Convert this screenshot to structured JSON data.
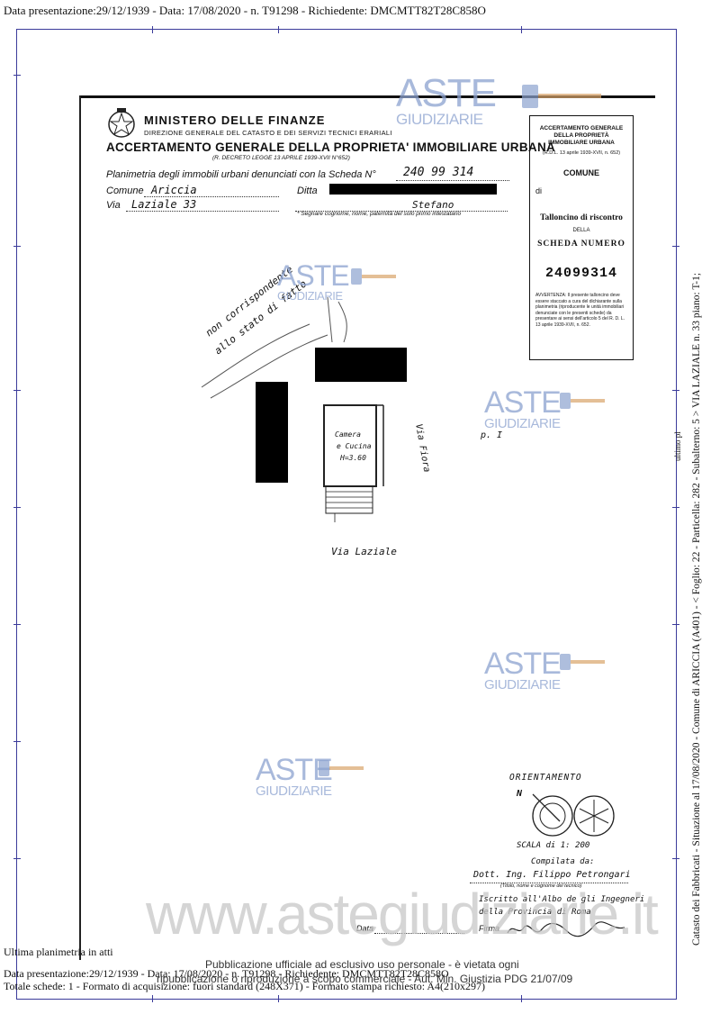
{
  "header": {
    "text": "Data presentazione:29/12/1939 - Data: 17/08/2020 - n. T91298 - Richiedente: DMCMTT82T28C858O"
  },
  "form": {
    "ministry": "MINISTERO DELLE FINANZE",
    "direzione": "DIREZIONE GENERALE DEL CATASTO E DEI SERVIZI TECNICI ERARIALI",
    "title": "ACCERTAMENTO GENERALE DELLA PROPRIETA' IMMOBILIARE URBANA",
    "decreto": "(R. DECRETO LEGGE 13 APRILE 1939-XVII N°652)",
    "planimetria_label": "Planimetria degli immobili urbani denunciati con la Scheda N°",
    "scheda_hand": "240 99 314",
    "comune_label": "Comune",
    "comune_value": "Ariccia",
    "ditta_label": "Ditta",
    "via_label": "Via",
    "via_value": "Laziale 33",
    "stefano": "Stefano",
    "footnote": "* Segnare cognome, nome, paternità del solo primo intestatario"
  },
  "coupon": {
    "heading": "ACCERTAMENTO GENERALE DELLA PROPRIETÀ IMMOBILIARE URBANA",
    "sub": "(R.D.L. 13 aprile 1939-XVII, n. 652)",
    "comune": "COMUNE",
    "di": "di",
    "talloncino": "Talloncino di riscontro",
    "della": "DELLA",
    "scheda_numero": "SCHEDA NUMERO",
    "number": "24099314",
    "avvertenza": "AVVERTENZA: Il presente talloncino deve essere staccato a cura del dichiarante sulla planimetria (riproducente le unità immobiliari denunciate con le presenti schede) da presentare ai sensi dell'articolo 5 del R. D. L. 13 aprile 1939-XVII, n. 652."
  },
  "plan": {
    "annotation_1": "non corrispondente",
    "annotation_2": "allo stato di fatto",
    "room_1": "Camera",
    "room_2": "e Cucina",
    "room_3": "H=3.60",
    "via_fiora": "Via Fiora",
    "pi": "p. I",
    "via_laziale": "Via Laziale"
  },
  "orientation": {
    "title": "ORIENTAMENTO",
    "north": "N",
    "scala": "SCALA di 1: 200",
    "compilata": "Compilata da:",
    "tecnico": "Dott. Ing. Filippo Petrongari",
    "tecnico_note": "(Titolo, nome e cognome del tecnico)",
    "iscritto": "Iscritto all'Albo de gli Ingegneri",
    "provincia": "della Provincia di Roma",
    "data_label": "Data",
    "firma_label": "Firma"
  },
  "watermarks": {
    "aste": "ASTE",
    "giudiziarie": "GIUDIZIARIE",
    "site": "www.astegiudiziarie.it"
  },
  "side_text": "Catasto dei Fabbricati - Situazione al 17/08/2020 - Comune di ARICCIA (A401) - < Foglio: 22 - Particella: 282 - Subalterno: 5 > VIA LAZIALE n. 33 piano: T-1;",
  "side_mark": "ultimo pl",
  "footer": {
    "ultima": "Ultima planimetria in atti",
    "line1": "Data presentazione:29/12/1939 - Data: 17/08/2020 - n. T91298 - Richiedente: DMCMTT82T28C858O",
    "line2": "Totale schede: 1 - Formato di acquisizione: fuori standard (248X371) - Formato stampa richiesto: A4(210x297)",
    "pub1": "Pubblicazione ufficiale ad esclusivo uso personale - è vietata ogni",
    "pub2": "ripubblicazione o riproduzione a scopo commerciale - Aut. Min. Giustizia PDG 21/07/09"
  }
}
